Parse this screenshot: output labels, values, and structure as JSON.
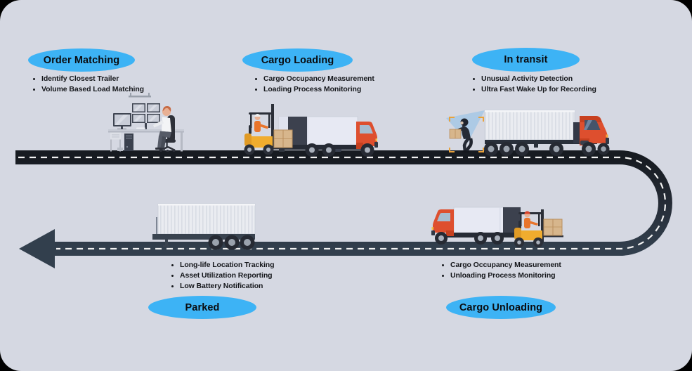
{
  "stages": [
    {
      "label": "Order Matching",
      "bullets": [
        "Identify Closest Trailer",
        "Volume Based Load Matching"
      ]
    },
    {
      "label": "Cargo Loading",
      "bullets": [
        "Cargo Occupancy Measurement",
        "Loading Process Monitoring"
      ]
    },
    {
      "label": "In transit",
      "bullets": [
        "Unusual Activity Detection",
        "Ultra Fast Wake Up for Recording"
      ]
    },
    {
      "label": "Parked",
      "bullets": [
        "Long-life Location Tracking",
        "Asset Utilization Reporting",
        "Low Battery Notification"
      ]
    },
    {
      "label": "Cargo Unloading",
      "bullets": [
        "Cargo Occupancy Measurement",
        "Unloading Process Monitoring"
      ]
    }
  ],
  "colors": {
    "outer_background": "#000000",
    "canvas_background": "#d5d8e2",
    "stage_pill": "#3db3f5",
    "stage_pill_text": "#0a0c10",
    "road_dark": "#171b21",
    "road_slate": "#323f4d",
    "lane_dash": "#f2f2f2",
    "truck_red": "#de4f2e",
    "forklift_yellow": "#f0ac2e",
    "cargo_box": "#d7b68c",
    "camera_beam": "#85bce8",
    "detection_bracket": "#e9a23b"
  },
  "illustrations": {
    "order_matching": "operator-at-monitoring-desk",
    "cargo_loading": "forklift-loading-truck",
    "in_transit": "truck-with-intruder-detection",
    "parked": "detached-trailer",
    "cargo_unloading": "forklift-unloading-truck"
  }
}
